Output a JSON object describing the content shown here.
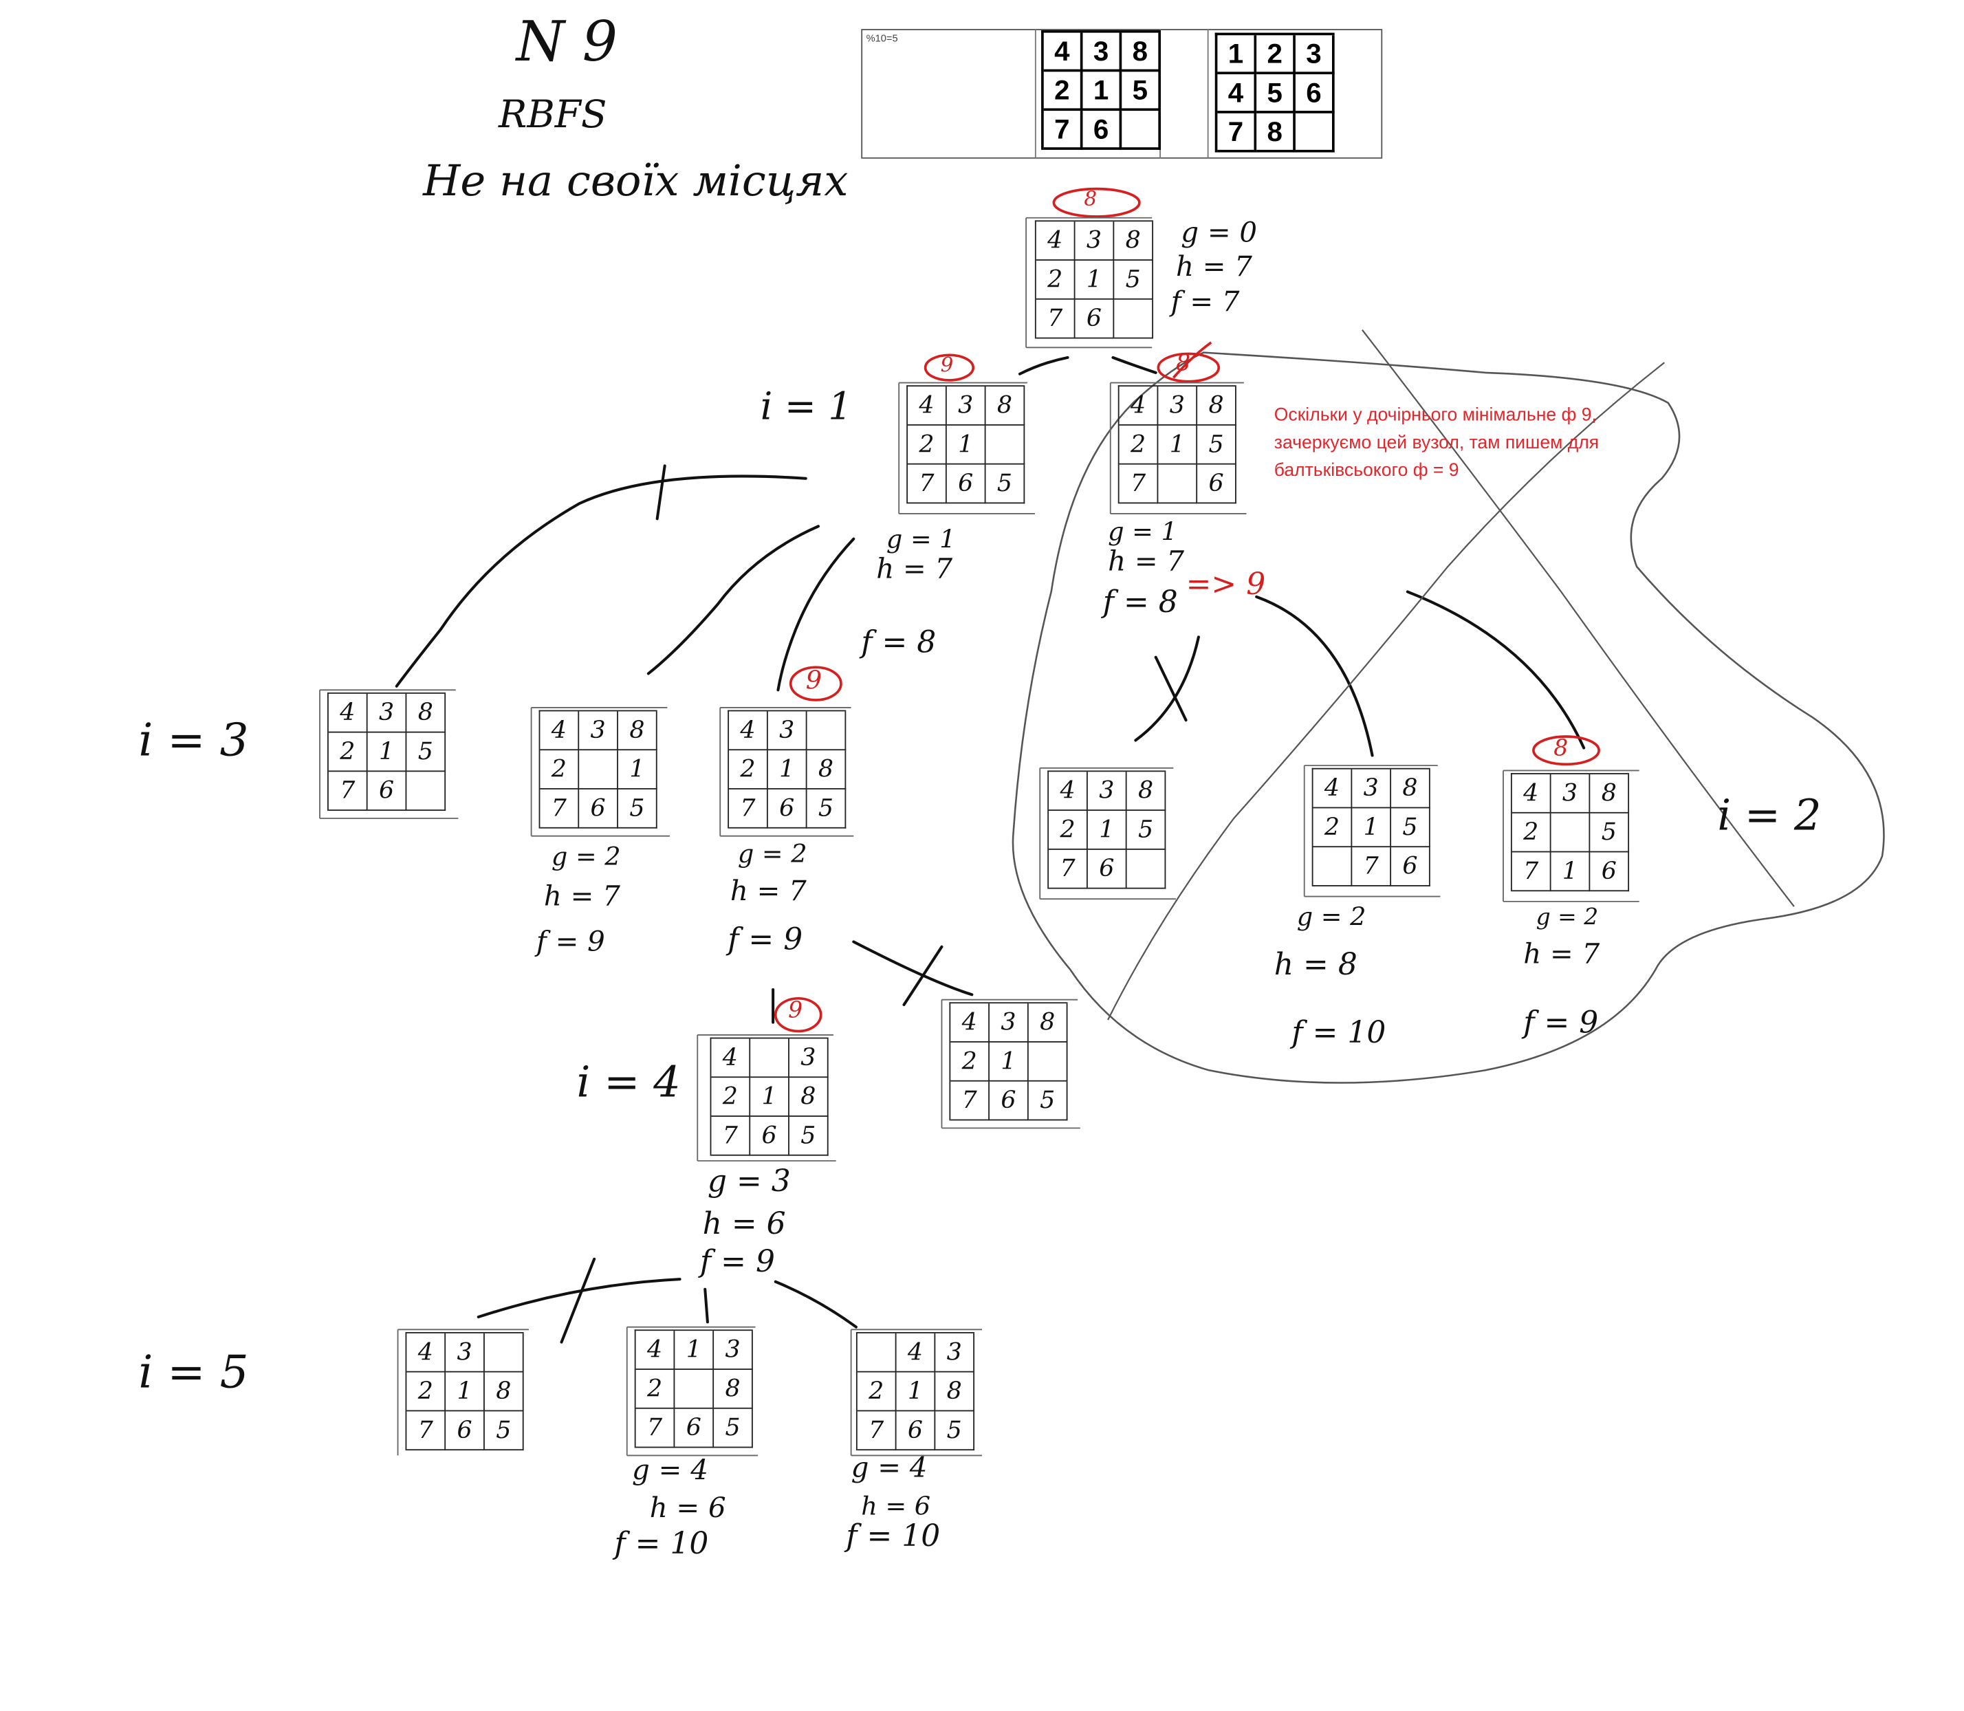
{
  "header": {
    "number": "N 9",
    "method": "RBFS",
    "heuristic": "Не на своїх місцях"
  },
  "printed": {
    "caption": "%10=5",
    "start": [
      "4",
      "3",
      "8",
      "2",
      "1",
      "5",
      "7",
      "6",
      ""
    ],
    "goal": [
      "1",
      "2",
      "3",
      "4",
      "5",
      "6",
      "7",
      "8",
      ""
    ]
  },
  "levels": {
    "i1": "i = 1",
    "i2": "i = 2",
    "i3": "i = 3",
    "i4": "i = 4",
    "i5": "i = 5"
  },
  "note": "Оскільки у дочірнього мінімальне ф 9, зачеркуємо цей вузол, там пишем для балтьківсьокого ф = 9",
  "nodes": {
    "root": {
      "tiles": [
        "4",
        "3",
        "8",
        "2",
        "1",
        "5",
        "7",
        "6",
        ""
      ],
      "g": "g = 0",
      "h": "h = 7",
      "f": "f = 7",
      "mark": "8"
    },
    "a": {
      "tiles": [
        "4",
        "3",
        "8",
        "2",
        "1",
        "",
        "7",
        "6",
        "5"
      ],
      "g": "g = 1",
      "h": "h = 7",
      "f": "f = 8",
      "mark": "9"
    },
    "b": {
      "tiles": [
        "4",
        "3",
        "8",
        "2",
        "1",
        "5",
        "7",
        "",
        "6"
      ],
      "g": "g = 1",
      "h": "h = 7",
      "f": "f = 8",
      "f_update": "=> 9",
      "mark": "8"
    },
    "a1": {
      "tiles": [
        "4",
        "3",
        "8",
        "2",
        "1",
        "5",
        "7",
        "6",
        ""
      ]
    },
    "a2": {
      "tiles": [
        "4",
        "3",
        "8",
        "2",
        "",
        "1",
        "7",
        "6",
        "5"
      ],
      "g": "g = 2",
      "h": "h = 7",
      "f": "f = 9"
    },
    "a3": {
      "tiles": [
        "4",
        "3",
        "",
        "2",
        "1",
        "8",
        "7",
        "6",
        "5"
      ],
      "g": "g = 2",
      "h": "h = 7",
      "f": "f = 9",
      "mark": "9"
    },
    "b1": {
      "tiles": [
        "4",
        "3",
        "8",
        "2",
        "1",
        "5",
        "7",
        "6",
        ""
      ]
    },
    "b2": {
      "tiles": [
        "4",
        "3",
        "8",
        "2",
        "1",
        "5",
        "",
        "7",
        "6"
      ],
      "g": "g = 2",
      "h": "h = 8",
      "f": "f = 10"
    },
    "b3": {
      "tiles": [
        "4",
        "3",
        "8",
        "2",
        "",
        "5",
        "7",
        "1",
        "6"
      ],
      "g": "g = 2",
      "h": "h = 7",
      "f": "f = 9",
      "mark": "8"
    },
    "a3x": {
      "tiles": [
        "4",
        "3",
        "8",
        "2",
        "1",
        "",
        "7",
        "6",
        "5"
      ]
    },
    "c": {
      "tiles": [
        "4",
        "",
        "3",
        "2",
        "1",
        "8",
        "7",
        "6",
        "5"
      ],
      "g": "g = 3",
      "h": "h = 6",
      "f": "f = 9",
      "mark": "9"
    },
    "c1": {
      "tiles": [
        "4",
        "3",
        "",
        "2",
        "1",
        "8",
        "7",
        "6",
        "5"
      ]
    },
    "c2": {
      "tiles": [
        "4",
        "1",
        "3",
        "2",
        "",
        "8",
        "7",
        "6",
        "5"
      ],
      "g": "g = 4",
      "h": "h = 6",
      "f": "f = 10"
    },
    "c3": {
      "tiles": [
        "",
        "4",
        "3",
        "2",
        "1",
        "8",
        "7",
        "6",
        "5"
      ],
      "g": "g = 4",
      "h": "h = 6",
      "f": "f = 10"
    }
  },
  "colors": {
    "ink": "#111111",
    "annotation_red": "#e3262c"
  }
}
